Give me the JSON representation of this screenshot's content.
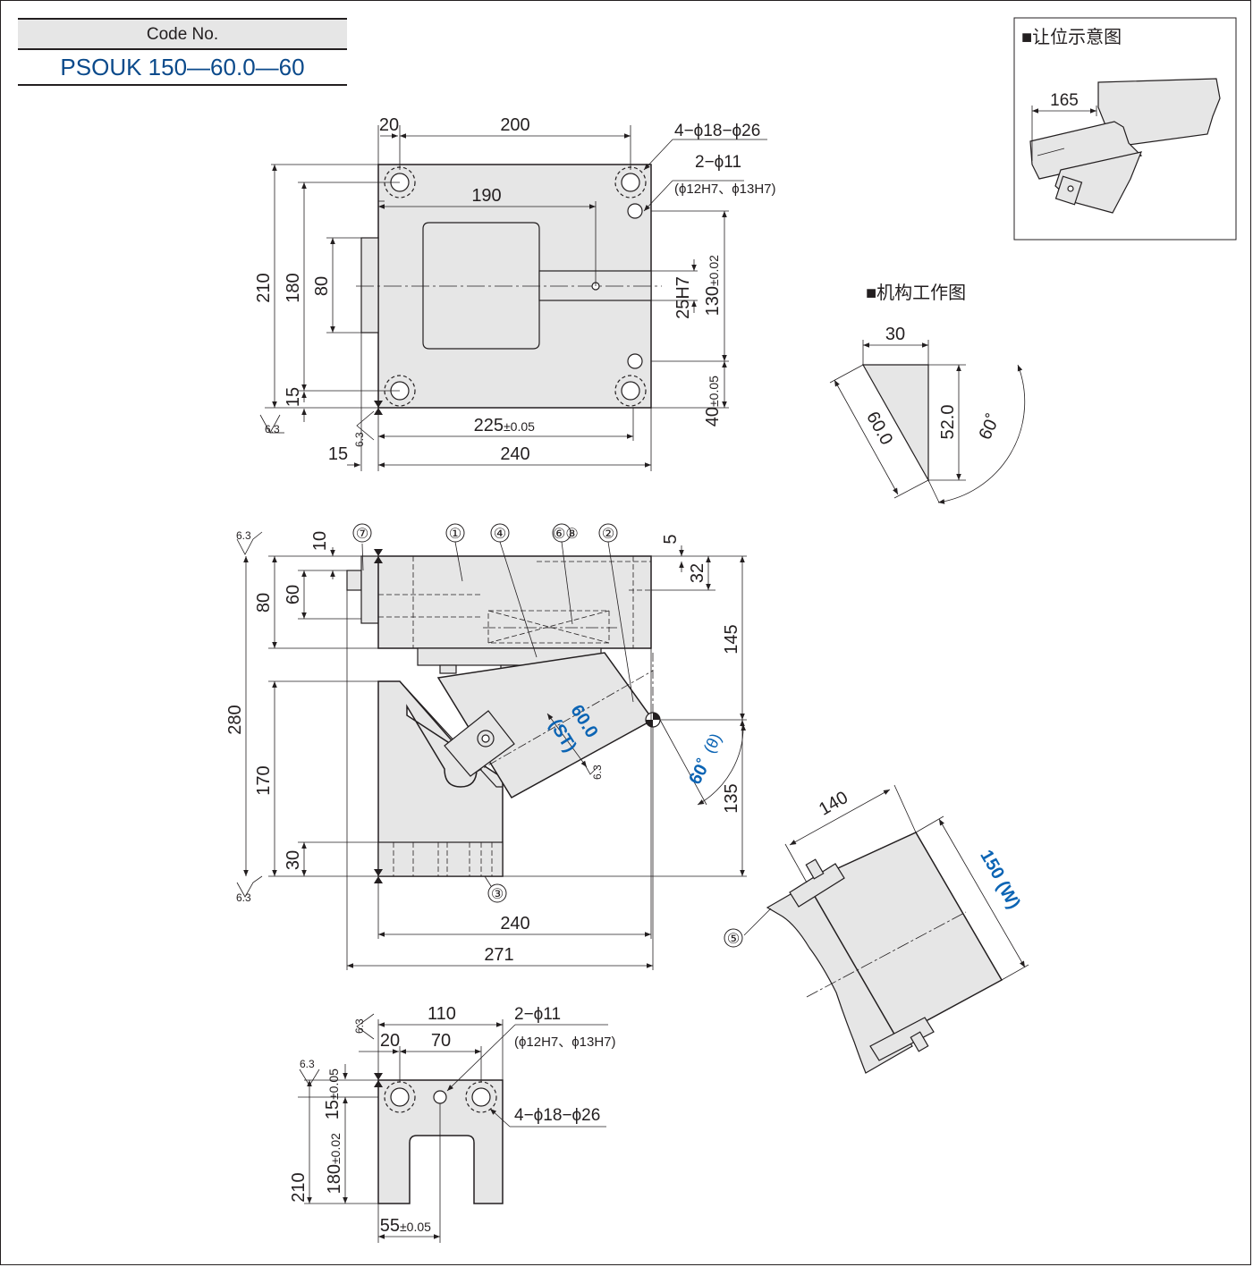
{
  "code": {
    "label": "Code No.",
    "value": "PSOUK 150—60.0—60"
  },
  "top_view": {
    "dims": {
      "d20": "20",
      "d200": "200",
      "d190": "190",
      "d210": "210",
      "d180": "180",
      "d80": "80",
      "d15": "15",
      "d225": "225",
      "tol005": "±0.05",
      "d240": "240",
      "d15b": "15",
      "d25h7": "25H7",
      "d130": "130",
      "tol002": "±0.02",
      "d40": "40",
      "tol005b": "±0.05"
    },
    "hole_note_1": "4−ϕ18−ϕ26",
    "hole_note_2": "2−ϕ11",
    "hole_note_2b": "(ϕ12H7、ϕ13H7)",
    "rough_a": "6.3",
    "rough_b": "6.3"
  },
  "clearance": {
    "title": "■让位示意图",
    "d165": "165"
  },
  "mechanism": {
    "title": "■机构工作图",
    "d30": "30",
    "d600": "60.0",
    "d520": "52.0",
    "angle": "60˚"
  },
  "front_view": {
    "dims": {
      "d10": "10",
      "d80": "80",
      "d60": "60",
      "d280": "280",
      "d170": "170",
      "d30": "30",
      "d5": "5",
      "d32": "32",
      "d145": "145",
      "d135": "135",
      "d240": "240",
      "d271": "271"
    },
    "callouts": {
      "c1": "①",
      "c2": "②",
      "c3": "③",
      "c4": "④",
      "c68": "⑥⑧",
      "c7": "⑦"
    },
    "stroke": "60.0",
    "stroke_sym": "(ST)",
    "angle": "60˚",
    "angle_sym": "(θ)",
    "rough_a": "6.3",
    "rough_b": "6.3",
    "rough_c": "6.3"
  },
  "side_view": {
    "d140": "140",
    "d150": "150",
    "d150sym": "(W)",
    "c5": "⑤"
  },
  "bottom_view": {
    "dims": {
      "d110": "110",
      "d20": "20",
      "d70": "70",
      "d15": "15",
      "tol005": "±0.05",
      "d210": "210",
      "d180": "180",
      "tol002": "±0.02",
      "d55": "55",
      "tol005b": "±0.05"
    },
    "hole_note_1": "2−ϕ11",
    "hole_note_1b": "(ϕ12H7、ϕ13H7)",
    "hole_note_2": "4−ϕ18−ϕ26",
    "rough_a": "6.3",
    "rough_b": "6.3"
  },
  "colors": {
    "fill": "#e6e6e6",
    "line": "#231f20",
    "accent": "#0b64b4",
    "code_text": "#0b4a8b"
  }
}
